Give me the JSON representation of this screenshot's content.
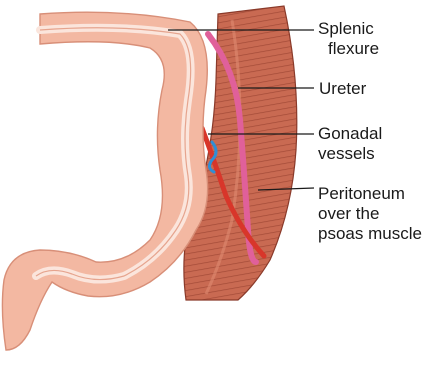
{
  "labels": {
    "splenic_flexure": [
      "Splenic",
      "flexure"
    ],
    "ureter": [
      "Ureter"
    ],
    "gonadal_vessels": [
      "Gonadal",
      "vessels"
    ],
    "peritoneum": [
      "Peritoneum",
      "over the",
      "psoas muscle"
    ]
  },
  "colors": {
    "colon_outer": "#f3b8a2",
    "colon_inner": "#f7d5c8",
    "colon_lumen": "#fbe5dc",
    "muscle": "#c96a52",
    "muscle_dark": "#a24a37",
    "ureter": "#e0609a",
    "artery": "#d8362a",
    "vein": "#2f8ed6",
    "leader_line": "#1a1a1a"
  }
}
